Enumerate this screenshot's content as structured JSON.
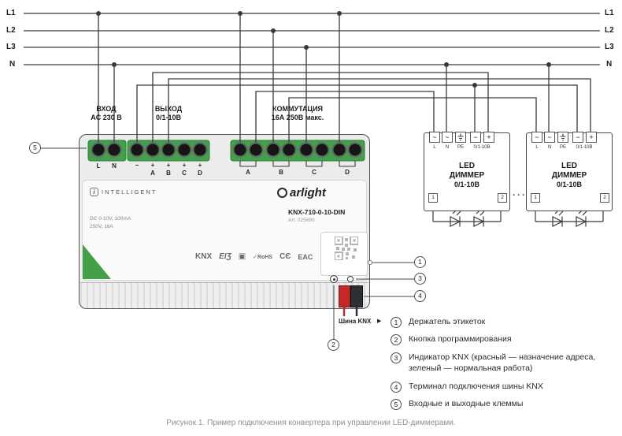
{
  "bus": {
    "labels": [
      "L1",
      "L2",
      "L3",
      "N"
    ]
  },
  "device": {
    "groups": [
      {
        "title1": "ВХОД",
        "title2": "AC 230 В",
        "terminals": [
          "L",
          "N"
        ]
      },
      {
        "title1": "ВЫХОД",
        "title2": "0/1-10В",
        "terminals": [
          "−",
          "+",
          "+",
          "+",
          "+"
        ],
        "channels": [
          "A",
          "B",
          "C",
          "D"
        ]
      },
      {
        "title1": "КОММУТАЦИЯ",
        "title2": "16А 250В макс.",
        "channels": [
          "A",
          "B",
          "C",
          "D"
        ]
      }
    ],
    "logo_icon": "i",
    "logo_text": "INTELLIGENT",
    "brand": "arlight",
    "spec1": "DC 0-10V, 100mA",
    "spec2": "250V, 16A",
    "model": "KNX-710-0-10-DIN",
    "art": "Art. 025680",
    "certs": [
      "KNX",
      "EIƷ",
      "▣",
      "✓RoHS",
      "CЄ",
      "EAC"
    ],
    "knx_label": "Шина KNX",
    "knx_arrow": "▶"
  },
  "dimmers": [
    {
      "sym_l": "~",
      "sym_n": "~",
      "lbl_l": "L",
      "lbl_n": "N",
      "lbl_pe": "PE",
      "sym_minus": "−",
      "sym_plus": "+",
      "lbl_ctrl": "0/1-10В",
      "name1": "LED",
      "name2": "ДИММЕР",
      "name3": "0/1-10В",
      "corner1": "1",
      "corner2": "2"
    },
    {
      "sym_l": "~",
      "sym_n": "~",
      "lbl_l": "L",
      "lbl_n": "N",
      "lbl_pe": "PE",
      "sym_minus": "−",
      "sym_plus": "+",
      "lbl_ctrl": "0/1-10В",
      "name1": "LED",
      "name2": "ДИММЕР",
      "name3": "0/1-10В",
      "corner1": "1",
      "corner2": "2"
    }
  ],
  "ellipsis": "···",
  "legend": [
    {
      "num": "1",
      "text": "Держатель этикеток"
    },
    {
      "num": "2",
      "text": "Кнопка программирования"
    },
    {
      "num": "3",
      "text": "Индикатор KNX (красный — назначение адреса, зеленый — нормальная работа)"
    },
    {
      "num": "4",
      "text": "Терминал подключения шины KNX"
    },
    {
      "num": "5",
      "text": "Входные и выходные клеммы"
    }
  ],
  "caption": "Рисунок 1. Пример подключения конвертера при управлении LED-диммерами.",
  "colors": {
    "terminal_green": "#3fa24b",
    "accent_green": "#43a047",
    "knx_red": "#c62828",
    "knx_black": "#2b3136",
    "wire": "#3a3a3a"
  }
}
